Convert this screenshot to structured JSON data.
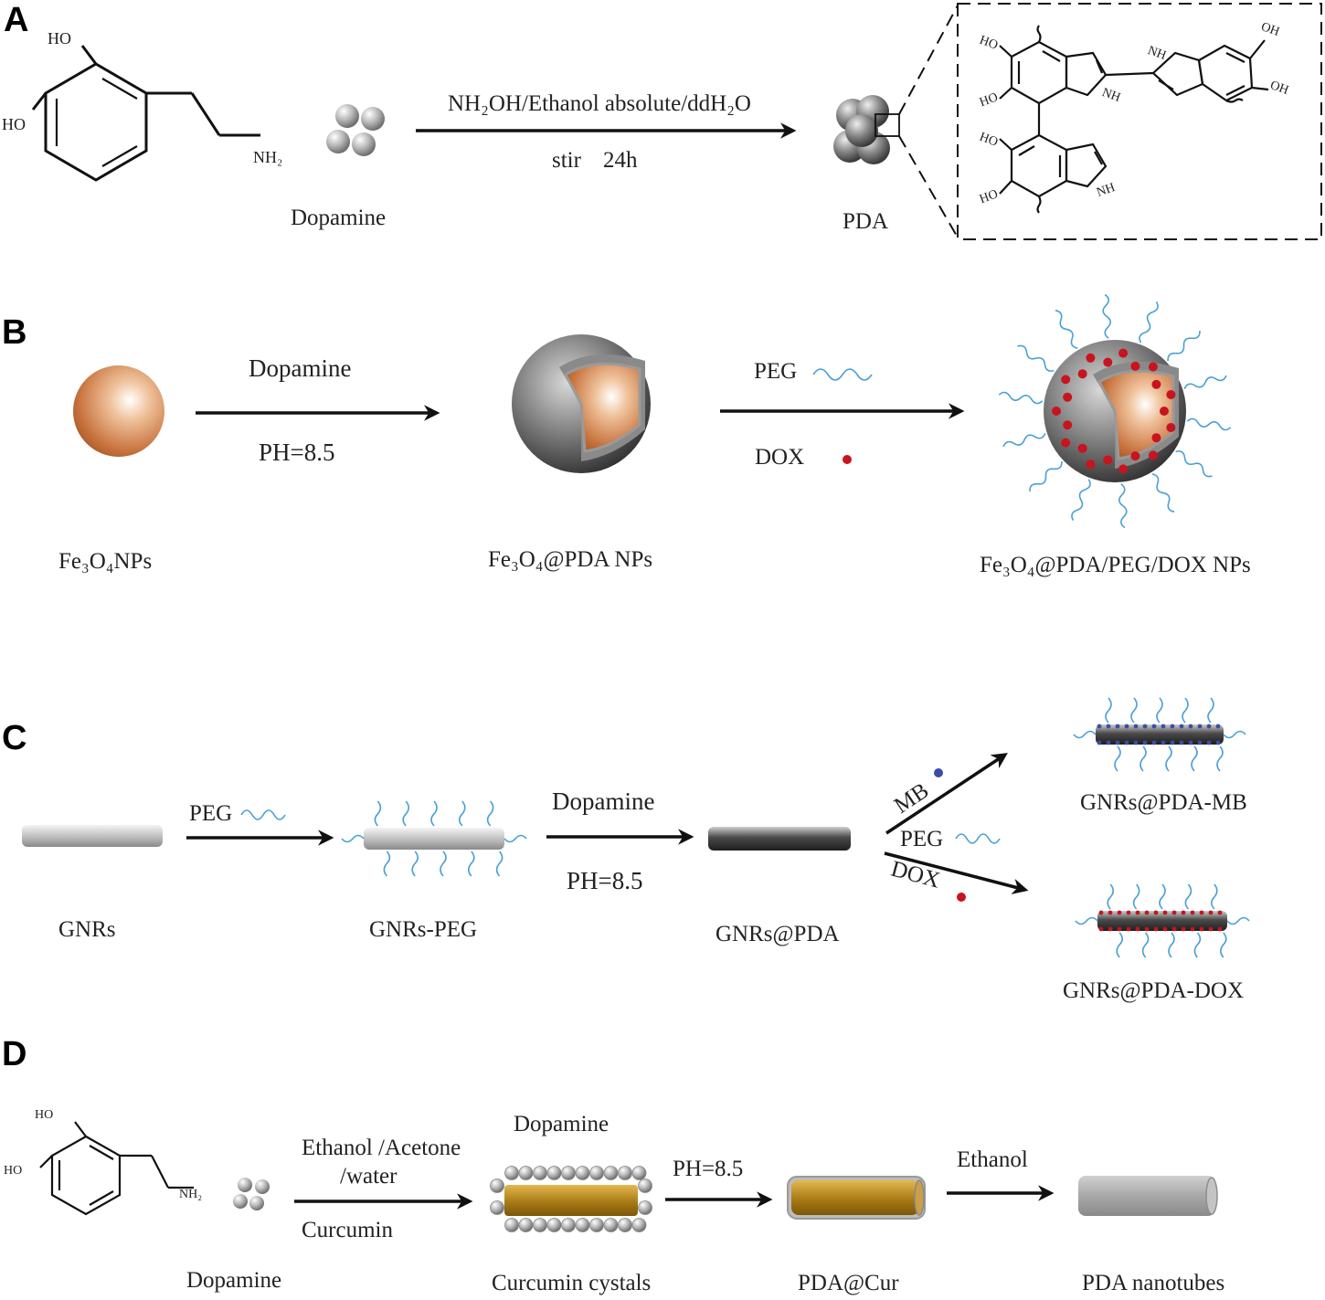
{
  "panels": {
    "a": "A",
    "b": "B",
    "c": "C",
    "d": "D"
  },
  "a": {
    "ho_top": "HO",
    "ho_left": "HO",
    "nh2": "NH₂",
    "dopamine": "Dopamine",
    "condition_top": "NH₂OH/Ethanol absolute/ddH₂O",
    "condition_bottom_1": "stir",
    "condition_bottom_2": "24h",
    "pda": "PDA",
    "inset": {
      "ho1": "HO",
      "ho2": "HO",
      "ho3": "HO",
      "ho4": "HO",
      "oh1": "OH",
      "oh2": "OH",
      "nh1": "NH",
      "nh2": "NH",
      "nh3": "NH"
    }
  },
  "b": {
    "dopamine": "Dopamine",
    "ph": "PH=8.5",
    "peg": "PEG",
    "dox": "DOX",
    "fe3o4": "Fe₃O₄NPs",
    "fe3o4_pda": "Fe₃O₄@PDA NPs",
    "fe3o4_final": "Fe₃O₄@PDA/PEG/DOX NPs"
  },
  "c": {
    "peg": "PEG",
    "dopamine": "Dopamine",
    "ph": "PH=8.5",
    "mb": "MB",
    "peg2": "PEG",
    "dox": "DOX",
    "gnrs": "GNRs",
    "gnrs_peg": "GNRs-PEG",
    "gnrs_pda": "GNRs@PDA",
    "gnrs_pda_mb": "GNRs@PDA-MB",
    "gnrs_pda_dox": "GNRs@PDA-DOX"
  },
  "d": {
    "ho_top": "HO",
    "ho_left": "HO",
    "nh2": "NH₂",
    "solvent_1": "Ethanol /Acetone",
    "solvent_2": "/water",
    "curcumin": "Curcumin",
    "dopamine_top": "Dopamine",
    "ph": "PH=8.5",
    "ethanol": "Ethanol",
    "dopamine": "Dopamine",
    "curcumin_crystals": "Curcumin cystals",
    "pda_cur": "PDA@Cur",
    "pda_nanotubes": "PDA nanotubes"
  },
  "colors": {
    "peg": "#4a9fd4",
    "dox": "#c8141e",
    "mb": "#3a4ea8",
    "fe3o4": "#c8733e",
    "curcumin": "#a97a16"
  }
}
